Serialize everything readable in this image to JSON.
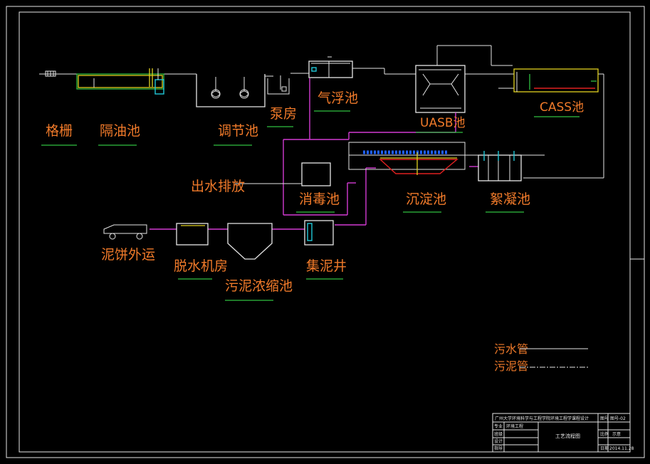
{
  "drawing": {
    "units": [
      {
        "id": "grille",
        "label": "格栅"
      },
      {
        "id": "oil_separator",
        "label": "隔油池"
      },
      {
        "id": "equalization",
        "label": "调节池"
      },
      {
        "id": "pump_house",
        "label": "泵房"
      },
      {
        "id": "air_flotation",
        "label": "气浮池"
      },
      {
        "id": "uasb",
        "label": "UASB池"
      },
      {
        "id": "cass",
        "label": "CASS池"
      },
      {
        "id": "effluent",
        "label": "出水排放"
      },
      {
        "id": "disinfection",
        "label": "消毒池"
      },
      {
        "id": "sedimentation",
        "label": "沉淀池"
      },
      {
        "id": "flocculation",
        "label": "絮凝池"
      },
      {
        "id": "cake_transport",
        "label": "泥饼外运"
      },
      {
        "id": "dewatering",
        "label": "脱水机房"
      },
      {
        "id": "thickener",
        "label": "污泥浓缩池"
      },
      {
        "id": "sludge_well",
        "label": "集泥井"
      }
    ],
    "legend": [
      {
        "label": "污水管"
      },
      {
        "label": "污泥管"
      }
    ],
    "colors": {
      "background": "#000000",
      "label": "#f07a2a",
      "sewage_pipe": "#e6e6e6",
      "sludge_pipe": "#d23bd2",
      "underline": "#30c040"
    },
    "title_block": {
      "school": "广州大学环境科学与工程学院环境工程学课程设计",
      "rows": [
        "专业",
        "班级",
        "设计",
        "指导"
      ],
      "major": "环境工程",
      "title": "工艺流程图",
      "right_labels": [
        "图号",
        "比例",
        "日期"
      ],
      "drawing_no": "图号-02",
      "scale": "示意",
      "date": "2014.11.28"
    }
  }
}
